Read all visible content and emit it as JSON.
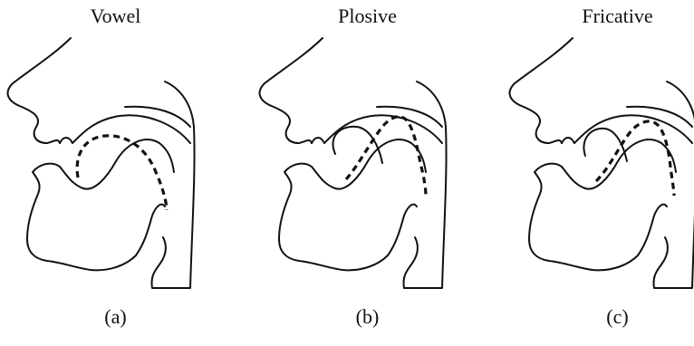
{
  "panels": [
    {
      "title": "Vowel",
      "label": "(a)"
    },
    {
      "title": "Plosive",
      "label": "(b)"
    },
    {
      "title": "Fricative",
      "label": "(c)"
    }
  ]
}
